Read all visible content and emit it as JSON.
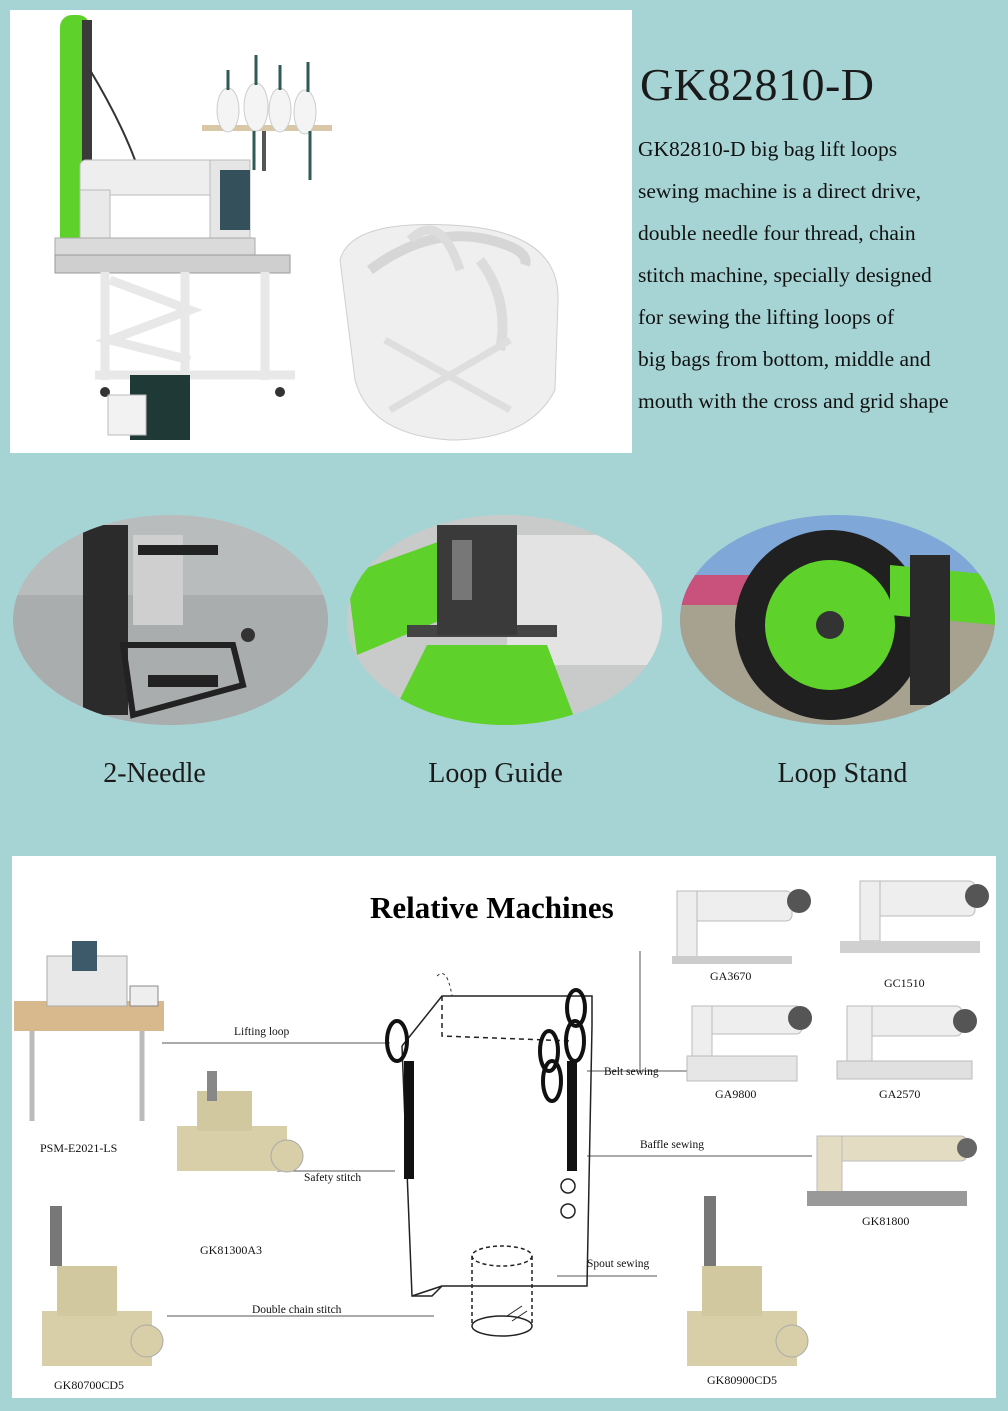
{
  "product": {
    "title": "GK82810-D",
    "description_lines": [
      "GK82810-D big bag lift loops",
      "sewing machine is a direct drive,",
      "double needle four thread, chain",
      "stitch machine, specially designed",
      "for sewing the lifting loops of",
      "big bags from bottom, middle and",
      "mouth with the cross and grid shape"
    ]
  },
  "features": [
    {
      "label": "2-Needle"
    },
    {
      "label": "Loop Guide"
    },
    {
      "label": "Loop Stand"
    }
  ],
  "relative": {
    "title": "Relative Machines",
    "machines": {
      "psm": "PSM-E2021-LS",
      "gk81300": "GK81300A3",
      "gk80700": "GK80700CD5",
      "ga3670": "GA3670",
      "gc1510": "GC1510",
      "ga9800": "GA9800",
      "ga2570": "GA2570",
      "gk81800": "GK81800",
      "gk80900": "GK80900CD5"
    },
    "stitches": {
      "lifting_loop": "Lifting loop",
      "safety_stitch": "Safety stitch",
      "double_chain": "Double chain stitch",
      "belt_sewing": "Belt sewing",
      "baffle_sewing": "Baffle sewing",
      "spout_sewing": "Spout sewing"
    }
  },
  "colors": {
    "background": "#a6d4d5",
    "loop_green": "#5ed12a",
    "machine_white": "#eeeeee",
    "machine_cream": "#d8cfa8"
  }
}
